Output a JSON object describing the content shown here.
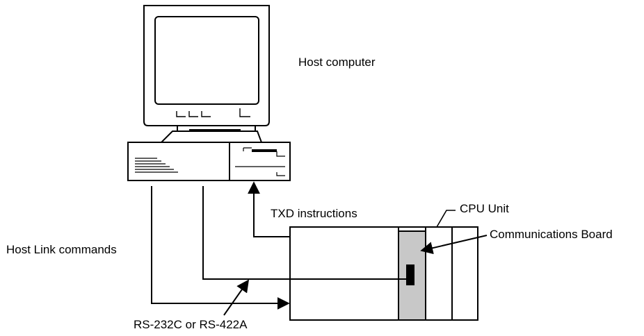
{
  "labels": {
    "host_computer": "Host computer",
    "txd_instructions": "TXD instructions",
    "cpu_unit": "CPU Unit",
    "communications_board": "Communications Board",
    "host_link_commands": "Host Link commands",
    "serial_standard": "RS-232C or RS-422A"
  },
  "colors": {
    "line": "#000000",
    "board_fill": "#c8c8c8",
    "background": "#ffffff"
  }
}
